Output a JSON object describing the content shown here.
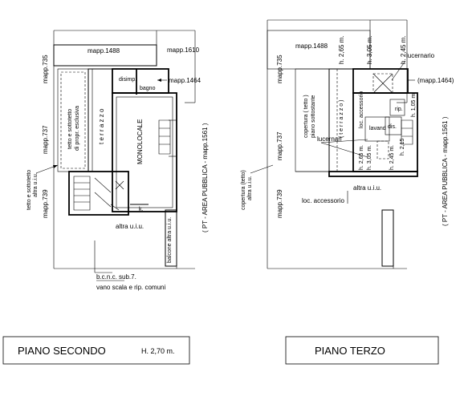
{
  "left_plan": {
    "title": "PIANO  SECONDO",
    "height": "H. 2,70  m.",
    "labels": {
      "mapp_1488": "mapp.1488",
      "mapp_1610": "mapp.1610",
      "mapp_735": "mapp.735",
      "mapp_1464": "mapp.1464",
      "mapp_737": "mapp.737",
      "mapp_739": "mapp.739",
      "disimp": "disimp.",
      "bagno": "bagno",
      "monolocale": "MONOLOCALE",
      "terrazzo": "t e r r a z z o",
      "tetto_esclusiva_1": "tetto e sottotetto",
      "tetto_esclusiva_2": "di propr. esclusiva",
      "tetto_altra_1": "tetto e sottotetto",
      "tetto_altra_2": "altra u.i.u.",
      "k": "k.",
      "altra_uiu": "altra u.i.u.",
      "balcone": "balcone altra u.i.u.",
      "bcnc": "b.c.n.c. sub.7.",
      "vano_scala": "vano scala e rip. comuni",
      "area_pubblica": "( PT - AREA PUBBLICA - mapp.1561 )"
    }
  },
  "right_plan": {
    "title": "PIANO  TERZO",
    "labels": {
      "mapp_1488": "mapp.1488",
      "mapp_735": "mapp.735",
      "mapp_1464": "(mapp.1464)",
      "mapp_737": "mapp.737",
      "mapp_739": "mapp.739",
      "h_265": "h. 2,65 m.",
      "h_305": "h. 3,05 m.",
      "h_245": "h. 2,45 m.",
      "lucernario": "lucernario",
      "lucernari": "lucernari",
      "copertura_1": "copertura ( tetto )",
      "copertura_2": "piano sottostante",
      "terrazzo": "( t e r r a z z o )",
      "loc_accessorio_v": "loc. accessorio",
      "lavand": "lavand",
      "dis": "dis.",
      "rip": "rip.",
      "h_105": "h. 1,05 m.",
      "h_215": "h. 2,15",
      "h_265b": "h. 2,65 m.",
      "h_305b": "h. 3,05 m.",
      "h_245b": "h. 2,45 m.",
      "altra_uiu": "altra u.i.u.",
      "loc_accessorio": "loc. accessorio",
      "copertura_altra_1": "copertura (tetto)",
      "copertura_altra_2": "altra u.i.u.",
      "area_pubblica": "( PT - AREA PUBBLICA - mapp.1561 )"
    }
  }
}
